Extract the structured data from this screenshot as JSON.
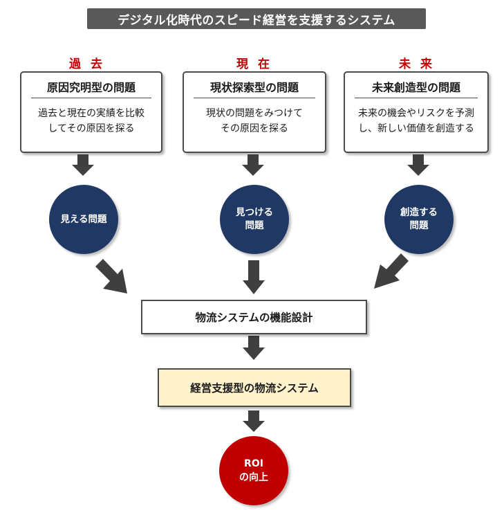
{
  "title": "デジタル化時代のスピード経営を支援するシステム",
  "eras": [
    "過 去",
    "現 在",
    "未 来"
  ],
  "problem_boxes": [
    {
      "head": "原因究明型の問題",
      "desc_lines": [
        "過去と現在の実績を比較",
        "してその原因を探る"
      ]
    },
    {
      "head": "現状探索型の問題",
      "desc_lines": [
        "現状の問題をみつけて",
        "その原因を探る"
      ]
    },
    {
      "head": "未来創造型の問題",
      "desc_lines": [
        "未来の機会やリスクを予測",
        "し、新しい価値を創造する"
      ]
    }
  ],
  "circles": [
    {
      "lines": [
        "見える問題"
      ]
    },
    {
      "lines": [
        "見つける",
        "問題"
      ]
    },
    {
      "lines": [
        "創造する",
        "問題"
      ]
    }
  ],
  "design_box": "物流システムの機能設計",
  "system_box": "経営支援型の物流システム",
  "roi": {
    "lines": [
      "ROI",
      "の向上"
    ]
  },
  "colors": {
    "title_bg": "#595959",
    "era_text": "#c00000",
    "circle": "#1f3864",
    "roi": "#c00000",
    "arrow": "#3f3f3f",
    "system_box": "#fff2cc"
  }
}
